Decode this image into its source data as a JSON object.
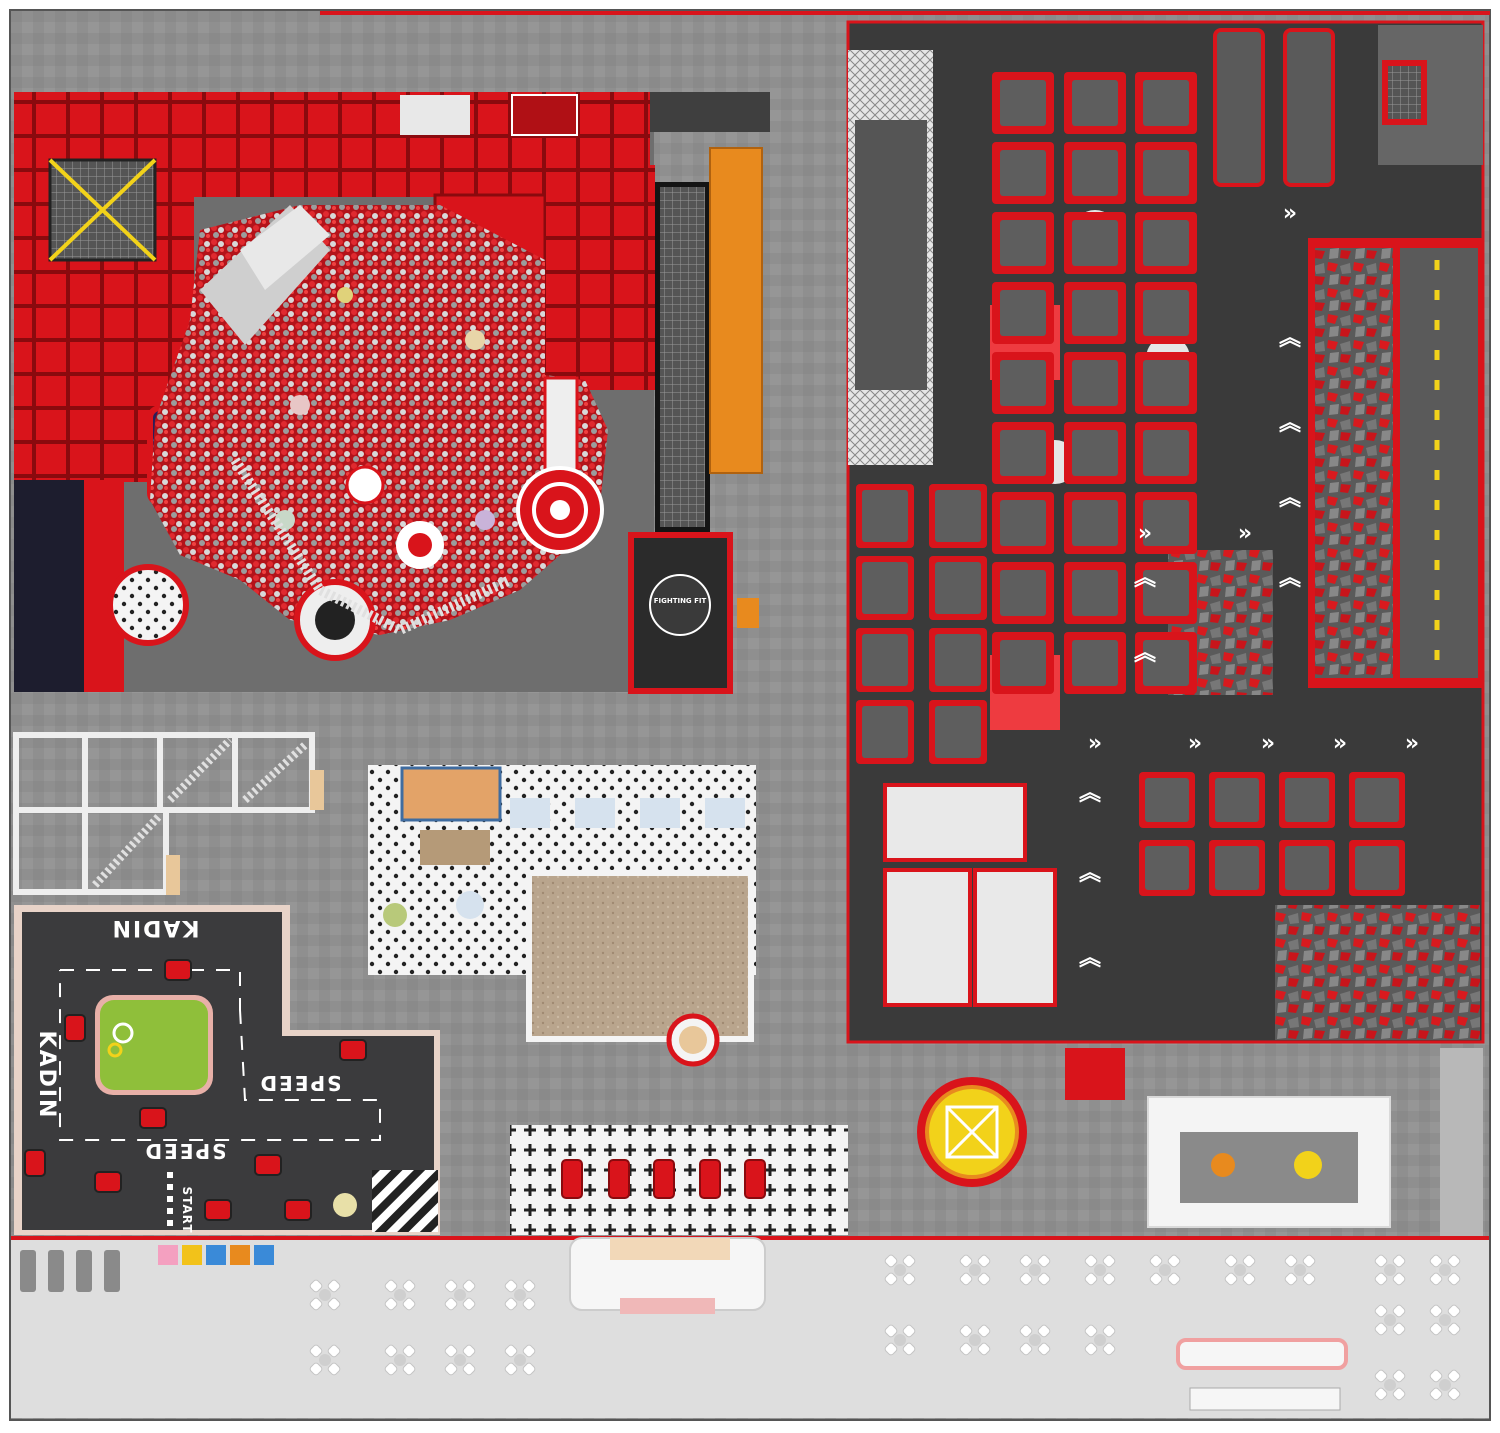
{
  "colors": {
    "floor": "#8d8d8d",
    "red": "#d9141b",
    "dark_red": "#a00d12",
    "dark": "#3a3a3a",
    "asphalt": "#3b3b3d",
    "white": "#ffffff",
    "grass": "#8fbf3a",
    "orange": "#e88a1e",
    "yellow": "#f2d21a",
    "lobby": "#d9d9d9"
  },
  "go_kart": {
    "brand_top": "KADIN",
    "brand_left": "KADIN",
    "speed_upper": "SPEED",
    "speed_lower": "SPEED",
    "start": "START"
  },
  "fitness_zone": {
    "badge": "FIGHTING FIT"
  },
  "arrow_glyph": "»",
  "arrow_up_glyph": "︽"
}
